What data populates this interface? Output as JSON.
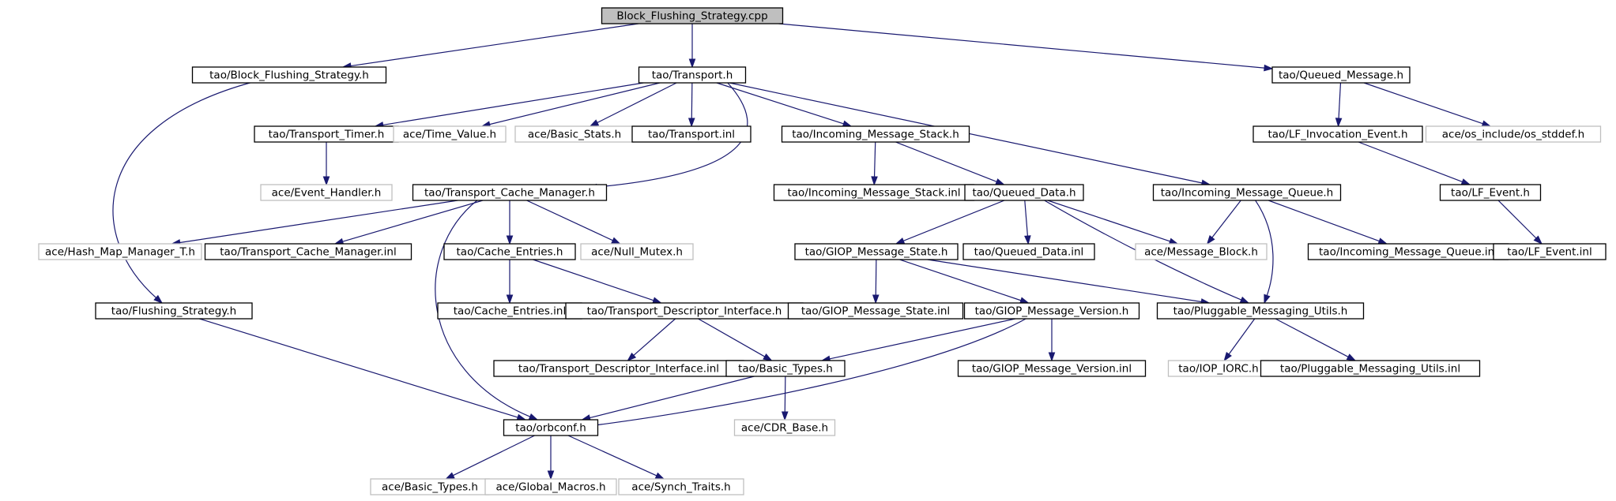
{
  "graph": {
    "colors": {
      "edge": "#191970",
      "root_fill": "#bfbfbf",
      "internal_border": "#000000",
      "external_border": "#bfbfbf"
    },
    "nodes": [
      {
        "id": "root",
        "label": "Block_Flushing_Strategy.cpp",
        "kind": "root"
      },
      {
        "id": "bfs_h",
        "label": "tao/Block_Flushing_Strategy.h",
        "kind": "internal"
      },
      {
        "id": "transport_h",
        "label": "tao/Transport.h",
        "kind": "internal"
      },
      {
        "id": "queued_msg_h",
        "label": "tao/Queued_Message.h",
        "kind": "internal"
      },
      {
        "id": "transport_timer_h",
        "label": "tao/Transport_Timer.h",
        "kind": "internal"
      },
      {
        "id": "time_value_h",
        "label": "ace/Time_Value.h",
        "kind": "external"
      },
      {
        "id": "basic_stats_h",
        "label": "ace/Basic_Stats.h",
        "kind": "external"
      },
      {
        "id": "transport_inl",
        "label": "tao/Transport.inl",
        "kind": "internal"
      },
      {
        "id": "ims_h",
        "label": "tao/Incoming_Message_Stack.h",
        "kind": "internal"
      },
      {
        "id": "lf_inv_h",
        "label": "tao/LF_Invocation_Event.h",
        "kind": "internal"
      },
      {
        "id": "os_stddef_h",
        "label": "ace/os_include/os_stddef.h",
        "kind": "external"
      },
      {
        "id": "event_handler_h",
        "label": "ace/Event_Handler.h",
        "kind": "external"
      },
      {
        "id": "tcm_h",
        "label": "tao/Transport_Cache_Manager.h",
        "kind": "internal"
      },
      {
        "id": "ims_inl",
        "label": "tao/Incoming_Message_Stack.inl",
        "kind": "internal"
      },
      {
        "id": "queued_data_h",
        "label": "tao/Queued_Data.h",
        "kind": "internal"
      },
      {
        "id": "imq_h",
        "label": "tao/Incoming_Message_Queue.h",
        "kind": "internal"
      },
      {
        "id": "lf_event_h",
        "label": "tao/LF_Event.h",
        "kind": "internal"
      },
      {
        "id": "hash_map_h",
        "label": "ace/Hash_Map_Manager_T.h",
        "kind": "external"
      },
      {
        "id": "tcm_inl",
        "label": "tao/Transport_Cache_Manager.inl",
        "kind": "internal"
      },
      {
        "id": "cache_entries_h",
        "label": "tao/Cache_Entries.h",
        "kind": "internal"
      },
      {
        "id": "null_mutex_h",
        "label": "ace/Null_Mutex.h",
        "kind": "external"
      },
      {
        "id": "giop_state_h",
        "label": "tao/GIOP_Message_State.h",
        "kind": "internal"
      },
      {
        "id": "queued_data_inl",
        "label": "tao/Queued_Data.inl",
        "kind": "internal"
      },
      {
        "id": "message_block_h",
        "label": "ace/Message_Block.h",
        "kind": "external"
      },
      {
        "id": "imq_inl",
        "label": "tao/Incoming_Message_Queue.inl",
        "kind": "internal"
      },
      {
        "id": "lf_event_inl",
        "label": "tao/LF_Event.inl",
        "kind": "internal"
      },
      {
        "id": "flushing_h",
        "label": "tao/Flushing_Strategy.h",
        "kind": "internal"
      },
      {
        "id": "cache_entries_inl",
        "label": "tao/Cache_Entries.inl",
        "kind": "internal"
      },
      {
        "id": "tdi_h",
        "label": "tao/Transport_Descriptor_Interface.h",
        "kind": "internal"
      },
      {
        "id": "giop_state_inl",
        "label": "tao/GIOP_Message_State.inl",
        "kind": "internal"
      },
      {
        "id": "giop_version_h",
        "label": "tao/GIOP_Message_Version.h",
        "kind": "internal"
      },
      {
        "id": "pmu_h",
        "label": "tao/Pluggable_Messaging_Utils.h",
        "kind": "internal"
      },
      {
        "id": "tdi_inl",
        "label": "tao/Transport_Descriptor_Interface.inl",
        "kind": "internal"
      },
      {
        "id": "tao_basic_types_h",
        "label": "tao/Basic_Types.h",
        "kind": "internal"
      },
      {
        "id": "giop_version_inl",
        "label": "tao/GIOP_Message_Version.inl",
        "kind": "internal"
      },
      {
        "id": "iop_iorc_h",
        "label": "tao/IOP_IORC.h",
        "kind": "external"
      },
      {
        "id": "pmu_inl",
        "label": "tao/Pluggable_Messaging_Utils.inl",
        "kind": "internal"
      },
      {
        "id": "cdr_base_h",
        "label": "ace/CDR_Base.h",
        "kind": "external"
      },
      {
        "id": "orbconf_h",
        "label": "tao/orbconf.h",
        "kind": "internal"
      },
      {
        "id": "ace_basic_types_h",
        "label": "ace/Basic_Types.h",
        "kind": "external"
      },
      {
        "id": "global_macros_h",
        "label": "ace/Global_Macros.h",
        "kind": "external"
      },
      {
        "id": "synch_traits_h",
        "label": "ace/Synch_Traits.h",
        "kind": "external"
      }
    ],
    "edges": [
      [
        "root",
        "bfs_h"
      ],
      [
        "root",
        "transport_h"
      ],
      [
        "root",
        "queued_msg_h"
      ],
      [
        "bfs_h",
        "flushing_h"
      ],
      [
        "transport_h",
        "transport_timer_h"
      ],
      [
        "transport_h",
        "time_value_h"
      ],
      [
        "transport_h",
        "basic_stats_h"
      ],
      [
        "transport_h",
        "transport_inl"
      ],
      [
        "transport_h",
        "ims_h"
      ],
      [
        "transport_h",
        "imq_h"
      ],
      [
        "transport_h",
        "tcm_h"
      ],
      [
        "transport_timer_h",
        "event_handler_h"
      ],
      [
        "queued_msg_h",
        "lf_inv_h"
      ],
      [
        "queued_msg_h",
        "os_stddef_h"
      ],
      [
        "lf_inv_h",
        "lf_event_h"
      ],
      [
        "lf_event_h",
        "lf_event_inl"
      ],
      [
        "ims_h",
        "ims_inl"
      ],
      [
        "ims_h",
        "queued_data_h"
      ],
      [
        "tcm_h",
        "hash_map_h"
      ],
      [
        "tcm_h",
        "tcm_inl"
      ],
      [
        "tcm_h",
        "cache_entries_h"
      ],
      [
        "tcm_h",
        "null_mutex_h"
      ],
      [
        "tcm_h",
        "orbconf_h"
      ],
      [
        "queued_data_h",
        "giop_state_h"
      ],
      [
        "queued_data_h",
        "queued_data_inl"
      ],
      [
        "queued_data_h",
        "message_block_h"
      ],
      [
        "queued_data_h",
        "pmu_h"
      ],
      [
        "imq_h",
        "message_block_h"
      ],
      [
        "imq_h",
        "imq_inl"
      ],
      [
        "imq_h",
        "pmu_h"
      ],
      [
        "cache_entries_h",
        "cache_entries_inl"
      ],
      [
        "cache_entries_h",
        "tdi_h"
      ],
      [
        "giop_state_h",
        "giop_state_inl"
      ],
      [
        "giop_state_h",
        "giop_version_h"
      ],
      [
        "giop_state_h",
        "pmu_h"
      ],
      [
        "tdi_h",
        "tdi_inl"
      ],
      [
        "tdi_h",
        "tao_basic_types_h"
      ],
      [
        "giop_version_h",
        "tao_basic_types_h"
      ],
      [
        "giop_version_h",
        "giop_version_inl"
      ],
      [
        "giop_version_h",
        "orbconf_h"
      ],
      [
        "pmu_h",
        "iop_iorc_h"
      ],
      [
        "pmu_h",
        "pmu_inl"
      ],
      [
        "flushing_h",
        "orbconf_h"
      ],
      [
        "tao_basic_types_h",
        "cdr_base_h"
      ],
      [
        "tao_basic_types_h",
        "orbconf_h"
      ],
      [
        "orbconf_h",
        "ace_basic_types_h"
      ],
      [
        "orbconf_h",
        "global_macros_h"
      ],
      [
        "orbconf_h",
        "synch_traits_h"
      ]
    ]
  }
}
